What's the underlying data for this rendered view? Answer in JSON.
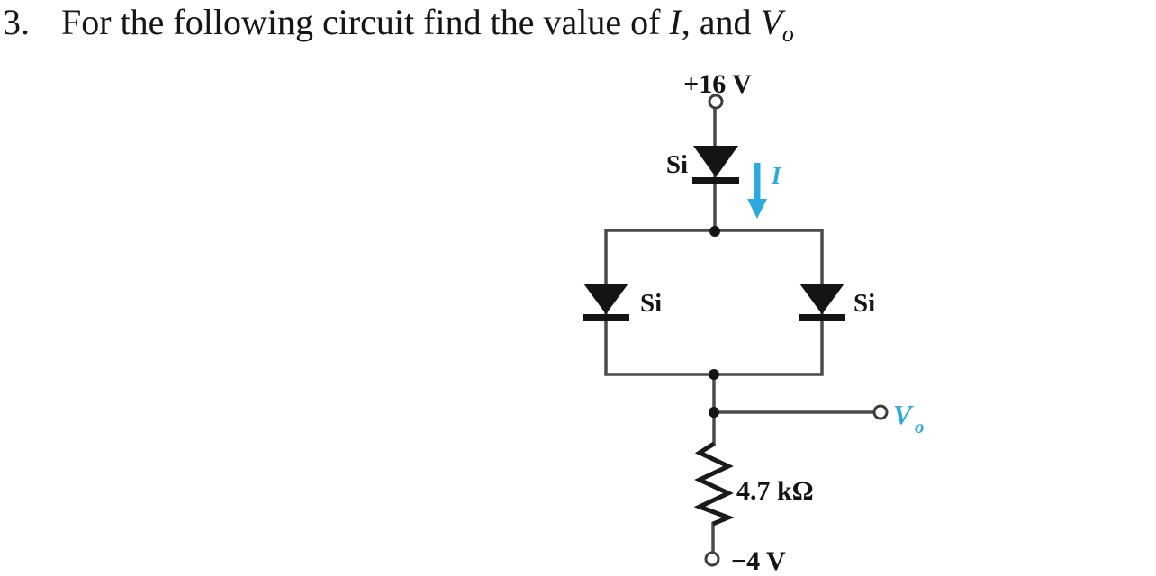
{
  "title": {
    "number": "3.",
    "text": "For the following circuit find the value of ",
    "var_current": "I",
    "text_and": ", and ",
    "var_voltage": "V",
    "var_voltage_sub": "o"
  },
  "circuit": {
    "supply_top": "+16 V",
    "diode_top_label": "Si",
    "diode_left_label": "Si",
    "diode_right_label": "Si",
    "current_label": "I",
    "output_label": "V",
    "output_label_sub": "o",
    "resistor_label": "4.7 kΩ",
    "supply_bottom": "−4 V"
  },
  "colors": {
    "accent_blue": "#29abe2",
    "wire_gray": "#4a4a4a",
    "ink_black": "#141414",
    "bottom_label_navy": "#3e4a6e",
    "background": "#ffffff"
  }
}
